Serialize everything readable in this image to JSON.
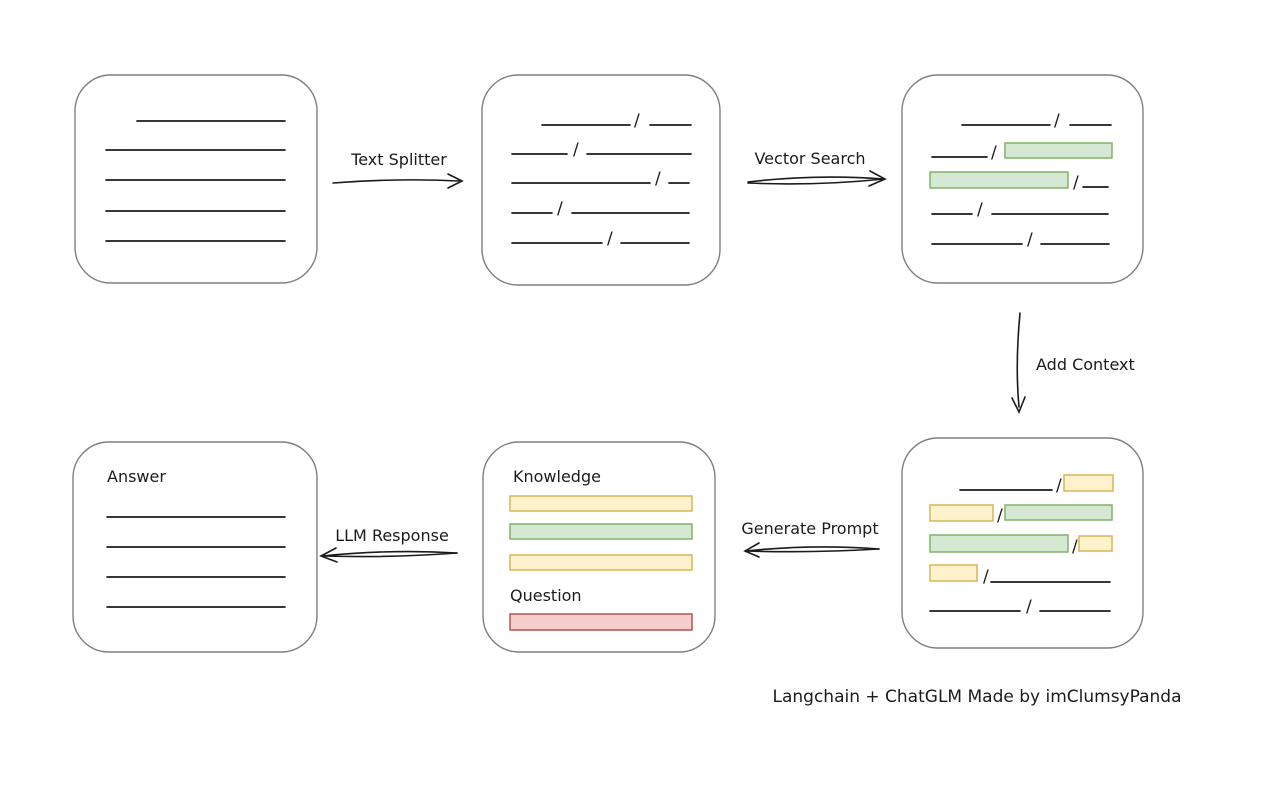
{
  "labels": {
    "text_splitter": "Text Splitter",
    "vector_search": "Vector Search",
    "add_context": "Add Context",
    "generate_prompt": "Generate Prompt",
    "llm_response": "LLM Response",
    "knowledge": "Knowledge",
    "question": "Question",
    "answer": "Answer",
    "caption": "Langchain + ChatGLM Made by imClumsyPanda"
  },
  "glyphs": {
    "slash": "/"
  },
  "colors": {
    "green_fill": "#d5e8d4",
    "green_stroke": "#82b366",
    "yellow_fill": "#fff2cc",
    "yellow_stroke": "#d6b656",
    "red_fill": "#f8cecc",
    "red_stroke": "#b85450",
    "box_stroke": "#7f7f7f",
    "ink": "#1b1b1b",
    "background": "#ffffff"
  }
}
